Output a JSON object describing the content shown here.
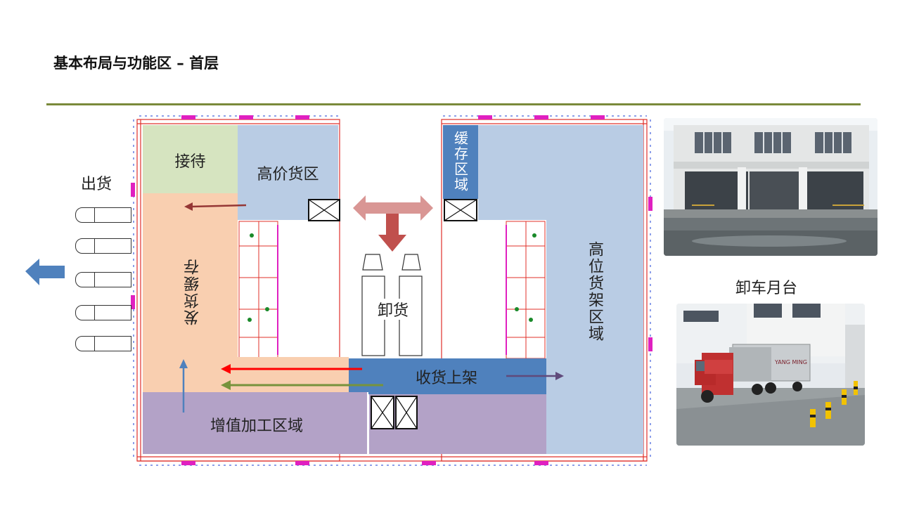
{
  "page": {
    "title": "基本布局与功能区 – 首层"
  },
  "labels": {
    "outbound": "出货",
    "reception": "接待",
    "high_value": "高价货区",
    "buffer_area": "缓存区域",
    "high_rack": "高位货架区域",
    "ship_buffer": "发货缓存",
    "unload": "卸货",
    "receive_shelve": "收货上架",
    "value_added": "增值加工区域",
    "dock_caption": "卸车月台"
  },
  "photos": {
    "top_name": "warehouse-building-photo",
    "bottom_name": "container-truck-photo"
  },
  "colors": {
    "accent_rule": "#7a8a3a",
    "reception": "#d6e4c0",
    "high_value": "#b9cce4",
    "ship_buffer": "#f9cfb0",
    "value_added": "#b3a2c7",
    "receive_bar": "#4f81bd",
    "high_rack": "#b9cce4",
    "arrow_blue": "#4f81bd",
    "arrow_pink": "#d99694",
    "arrow_red": "#c0504d"
  }
}
